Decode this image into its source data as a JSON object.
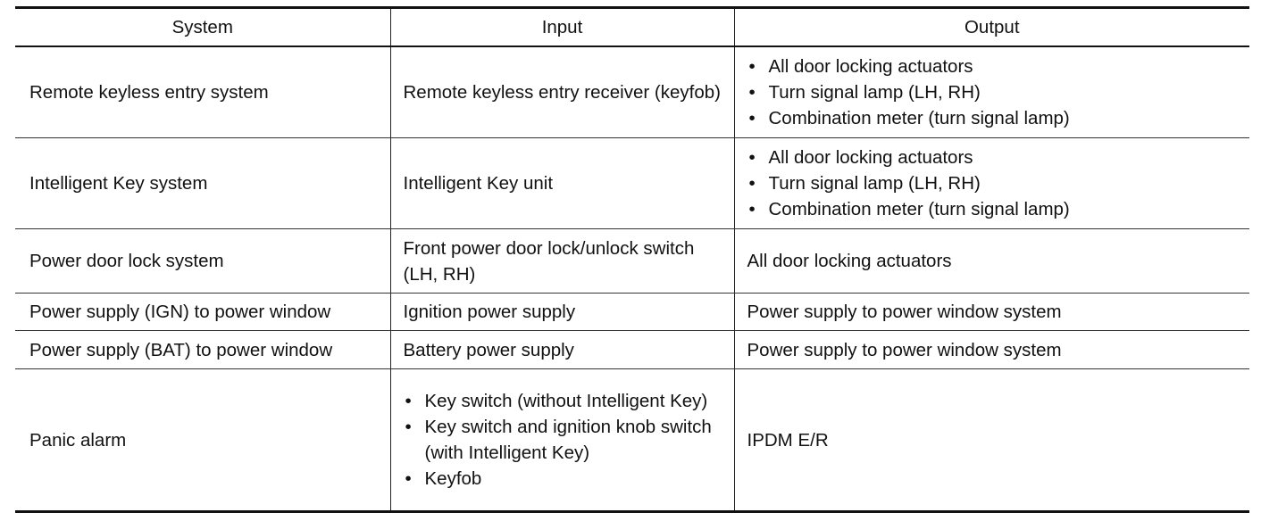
{
  "headers": [
    "System",
    "Input",
    "Output"
  ],
  "rows": [
    {
      "system": "Remote keyless entry system",
      "input_text": "Remote keyless entry receiver (keyfob)",
      "output_list": [
        "All door locking actuators",
        "Turn signal lamp (LH, RH)",
        "Combination meter (turn signal lamp)"
      ]
    },
    {
      "system": "Intelligent Key system",
      "input_text": "Intelligent Key unit",
      "output_list": [
        "All door locking actuators",
        "Turn signal lamp (LH, RH)",
        "Combination meter (turn signal lamp)"
      ]
    },
    {
      "system": "Power door lock system",
      "input_text": "Front power door lock/unlock switch (LH, RH)",
      "output_text": "All door locking actuators"
    },
    {
      "system": "Power supply (IGN) to power window",
      "input_text": "Ignition power supply",
      "output_text": "Power supply to power window system"
    },
    {
      "system": "Power supply (BAT) to power window",
      "input_text": "Battery power supply",
      "output_text": "Power supply to power window system"
    },
    {
      "system": "Panic alarm",
      "input_list": [
        "Key switch (without Intelligent Key)",
        "Key switch and ignition knob switch (with Intelligent Key)",
        "Keyfob"
      ],
      "output_text": "IPDM E/R"
    }
  ]
}
